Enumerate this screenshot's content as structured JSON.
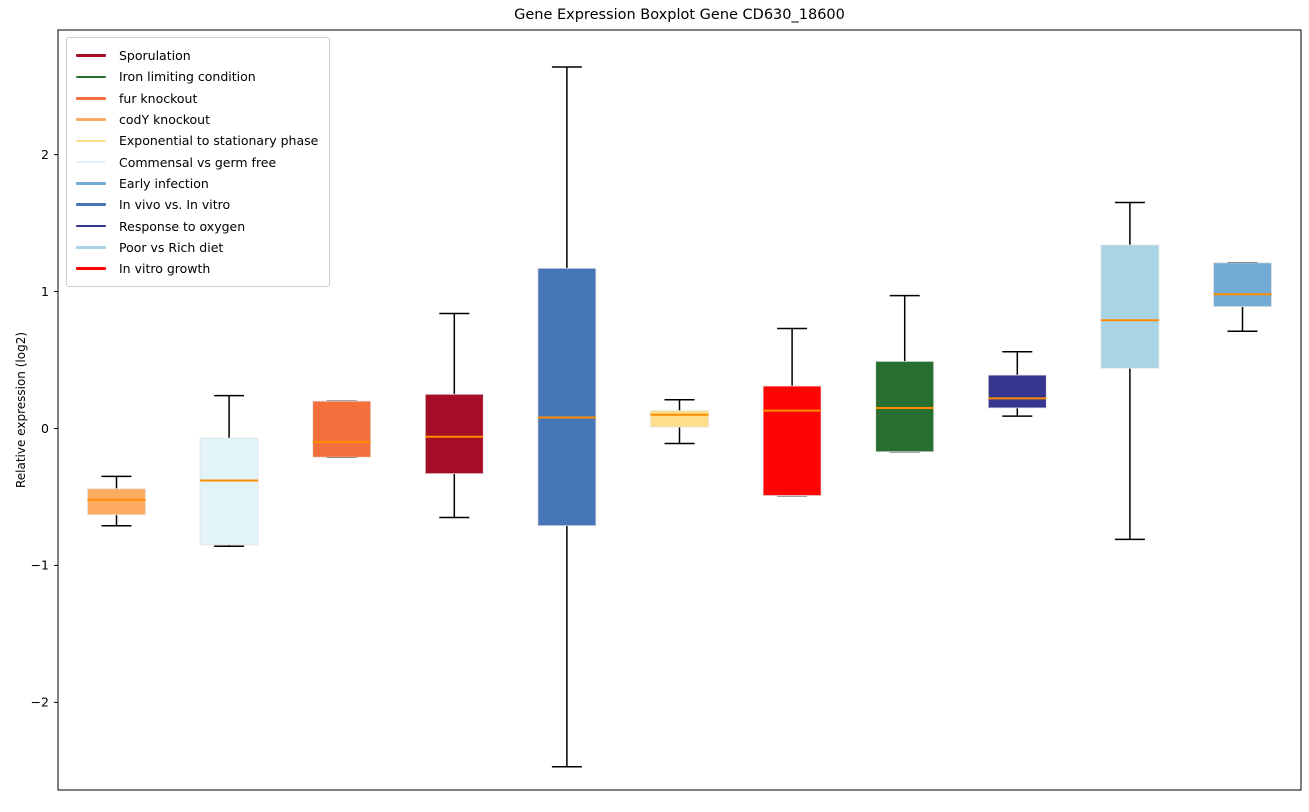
{
  "chart_data": {
    "type": "boxplot",
    "title": "Gene Expression Boxplot Gene CD630_18600",
    "ylabel": "Relative expression (log2)",
    "yticks": [
      2,
      1,
      0,
      -1,
      -2
    ],
    "ylim": [
      -2.64,
      2.91
    ],
    "grid": false,
    "legend_position": "upper left",
    "median_color": "#FF8C00",
    "whisker_color": "#000000",
    "legend": [
      {
        "label": "Sporulation",
        "color": "#A60E28"
      },
      {
        "label": "Iron limiting condition",
        "color": "#276F2E"
      },
      {
        "label": "fur knockout",
        "color": "#F3703D"
      },
      {
        "label": "codY knockout",
        "color": "#FCAB60"
      },
      {
        "label": "Exponential to stationary phase",
        "color": "#FFDE8B"
      },
      {
        "label": "Commensal vs germ free",
        "color": "#E2F3FA"
      },
      {
        "label": "Early infection",
        "color": "#72ACD5"
      },
      {
        "label": "In vivo vs. In vitro",
        "color": "#4675B8"
      },
      {
        "label": "Response to oxygen",
        "color": "#35348F"
      },
      {
        "label": "Poor vs Rich diet",
        "color": "#A8D4E6"
      },
      {
        "label": "In vitro growth",
        "color": "#FE0505"
      }
    ],
    "boxes": [
      {
        "condition": "codY knockout",
        "color": "#FCAB60",
        "whisker_low": -0.71,
        "q1": -0.63,
        "median": -0.52,
        "q3": -0.44,
        "whisker_high": -0.35
      },
      {
        "condition": "Commensal vs germ free",
        "color": "#E2F3FA",
        "whisker_low": -0.86,
        "q1": -0.85,
        "median": -0.38,
        "q3": -0.07,
        "whisker_high": 0.24
      },
      {
        "condition": "fur knockout",
        "color": "#F3703D",
        "whisker_low": -0.21,
        "q1": -0.21,
        "median": -0.1,
        "q3": 0.2,
        "whisker_high": 0.2
      },
      {
        "condition": "Sporulation",
        "color": "#A60E28",
        "whisker_low": -0.65,
        "q1": -0.33,
        "median": -0.06,
        "q3": 0.25,
        "whisker_high": 0.84
      },
      {
        "condition": "In vivo vs. In vitro",
        "color": "#4675B8",
        "whisker_low": -2.47,
        "q1": -0.71,
        "median": 0.08,
        "q3": 1.17,
        "whisker_high": 2.64
      },
      {
        "condition": "Exponential to stationary phase",
        "color": "#FFDE8B",
        "whisker_low": -0.11,
        "q1": 0.01,
        "median": 0.1,
        "q3": 0.13,
        "whisker_high": 0.21
      },
      {
        "condition": "In vitro growth",
        "color": "#FE0505",
        "whisker_low": -0.49,
        "q1": -0.49,
        "median": 0.13,
        "q3": 0.31,
        "whisker_high": 0.73
      },
      {
        "condition": "Iron limiting condition",
        "color": "#276F2E",
        "whisker_low": -0.17,
        "q1": -0.17,
        "median": 0.15,
        "q3": 0.49,
        "whisker_high": 0.97
      },
      {
        "condition": "Response to oxygen",
        "color": "#35348F",
        "whisker_low": 0.09,
        "q1": 0.15,
        "median": 0.22,
        "q3": 0.39,
        "whisker_high": 0.56
      },
      {
        "condition": "Poor vs Rich diet",
        "color": "#A8D4E6",
        "whisker_low": -0.81,
        "q1": 0.44,
        "median": 0.79,
        "q3": 1.34,
        "whisker_high": 1.65
      },
      {
        "condition": "Early infection",
        "color": "#72ACD5",
        "whisker_low": 0.71,
        "q1": 0.89,
        "median": 0.98,
        "q3": 1.21,
        "whisker_high": 1.21
      }
    ]
  }
}
